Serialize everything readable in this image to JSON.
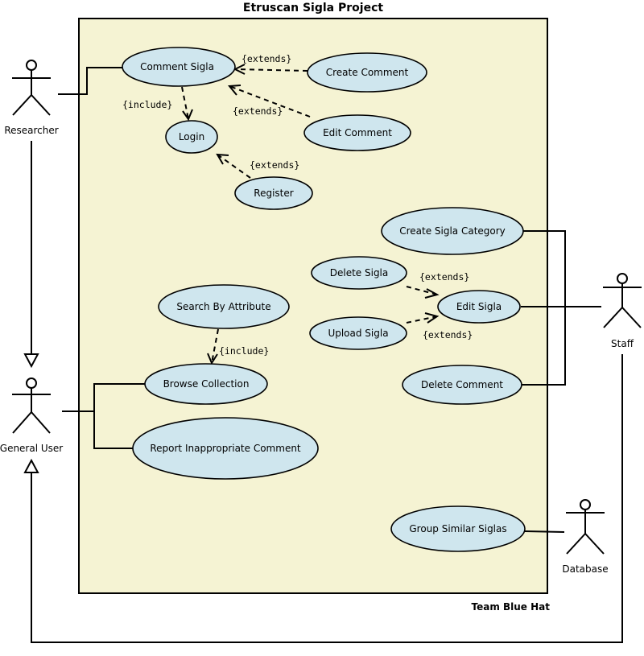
{
  "title": "Etruscan Sigla Project",
  "footer": "Team Blue Hat",
  "colors": {
    "boundary_fill": "#f5f3d3",
    "usecase_fill": "#cfe6ee"
  },
  "actors": {
    "researcher": "Researcher",
    "general_user": "General User",
    "staff": "Staff",
    "database": "Database"
  },
  "use_cases": {
    "comment_sigla": "Comment Sigla",
    "create_comment": "Create Comment",
    "edit_comment": "Edit Comment",
    "login": "Login",
    "register": "Register",
    "create_sigla_category": "Create Sigla Category",
    "delete_sigla": "Delete Sigla",
    "edit_sigla": "Edit Sigla",
    "upload_sigla": "Upload Sigla",
    "delete_comment": "Delete Comment",
    "search_by_attribute": "Search By Attribute",
    "browse_collection": "Browse Collection",
    "report_inappropriate_comment": "Report Inappropriate Comment",
    "group_similar_siglas": "Group Similar Siglas"
  },
  "relationship_labels": {
    "extends": "{extends}",
    "include": "{include}"
  }
}
